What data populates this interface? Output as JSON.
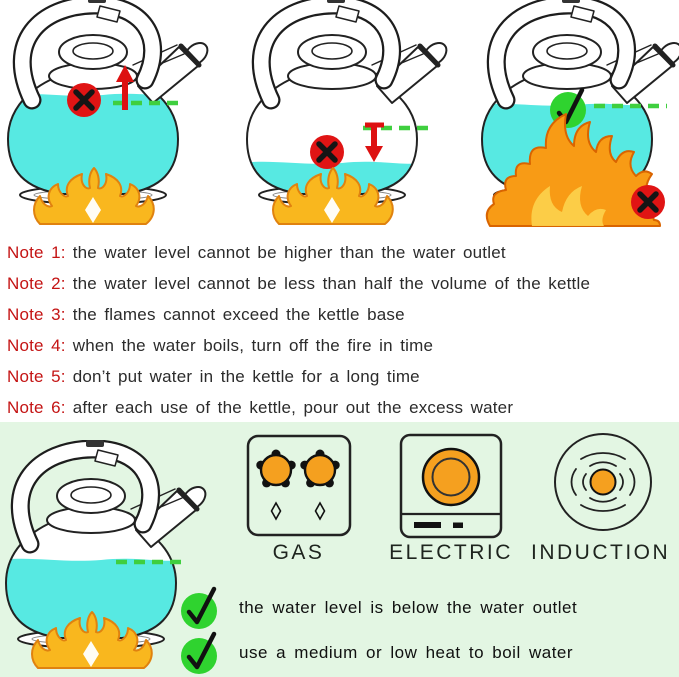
{
  "diagrams": {
    "kettle_overfilled": {
      "issue": "water level too high",
      "symbol": "x-circle",
      "arrow": "up-arrow"
    },
    "kettle_underfilled": {
      "issue": "water level too low",
      "symbol": "x-circle",
      "arrow": "down-arrow"
    },
    "kettle_overflame": {
      "issue": "flames exceed kettle base",
      "symbols": [
        "check-circle",
        "x-circle"
      ]
    }
  },
  "notes": [
    {
      "label": "Note 1:",
      "text": "the water level cannot be higher than the water outlet"
    },
    {
      "label": "Note 2:",
      "text": "the water level cannot be less than half the volume of the kettle"
    },
    {
      "label": "Note 3:",
      "text": "the flames cannot exceed the kettle base"
    },
    {
      "label": "Note 4:",
      "text": "when the water boils, turn off the fire in time"
    },
    {
      "label": "Note 5:",
      "text": "don’t put water in the kettle for a long time"
    },
    {
      "label": "Note 6:",
      "text": "after each use of the kettle, pour out the excess water"
    }
  ],
  "bottom": {
    "heat_sources": [
      {
        "label": "GAS"
      },
      {
        "label": "ELECTRIC"
      },
      {
        "label": "INDUCTION"
      }
    ],
    "tips": [
      {
        "symbol": "check-circle",
        "text": "the water level is below the water outlet"
      },
      {
        "symbol": "check-circle",
        "text": "use a medium or low heat to boil water"
      }
    ]
  },
  "colors": {
    "water": "#57e9e2",
    "flame": "#f9b31d",
    "flame_big": "#f89b15",
    "dash_green": "#3fcf3f",
    "badge_red": "#e01414",
    "badge_green": "#2fd32f",
    "note_label_red": "#c41414",
    "panel_green": "#e3f6e3",
    "burner_orange": "#f5a01f"
  }
}
